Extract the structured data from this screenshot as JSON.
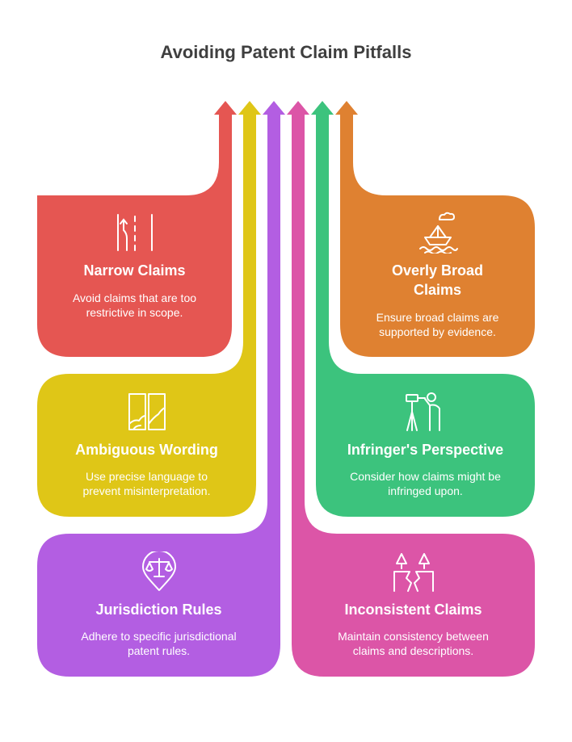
{
  "title": "Avoiding Patent Claim Pitfalls",
  "colors": {
    "red": "#e55652",
    "yellow": "#dfc617",
    "purple": "#b35ee2",
    "pink": "#dc55a7",
    "green": "#3cc37d",
    "orange": "#df8131"
  },
  "cards": {
    "narrow": {
      "title": "Narrow Claims",
      "desc": "Avoid claims that are too restrictive in scope.",
      "icon": "parallel-roads-icon"
    },
    "broad": {
      "title": "Overly Broad Claims",
      "desc": "Ensure broad claims are supported by evidence.",
      "icon": "boat-on-waves-icon"
    },
    "ambiguous": {
      "title": "Ambiguous Wording",
      "desc": "Use precise language to prevent misinterpretation.",
      "icon": "split-doors-icon"
    },
    "infringer": {
      "title": "Infringer's Perspective",
      "desc": "Consider how claims might be infringed upon.",
      "icon": "person-telescope-icon"
    },
    "jurisdiction": {
      "title": "Jurisdiction Rules",
      "desc": "Adhere to specific jurisdictional patent rules.",
      "icon": "scales-pin-icon"
    },
    "inconsistent": {
      "title": "Inconsistent Claims",
      "desc": "Maintain consistency between claims and descriptions.",
      "icon": "broken-cliff-icon"
    }
  }
}
